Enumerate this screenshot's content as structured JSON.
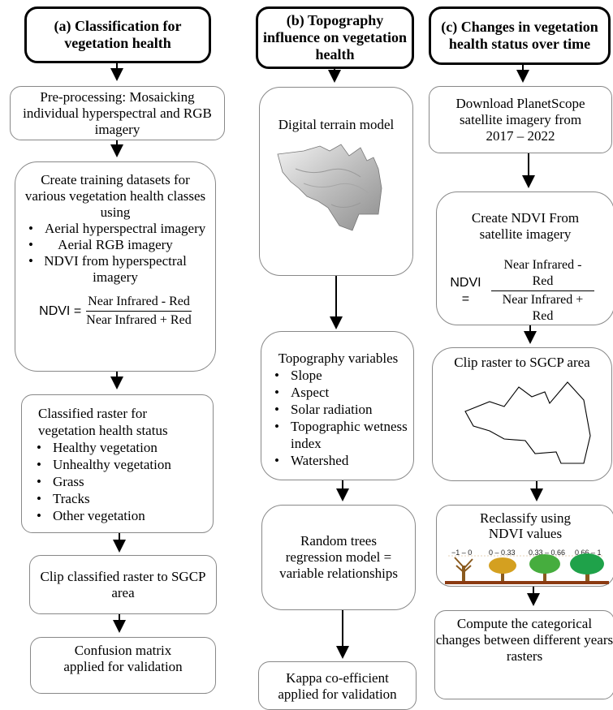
{
  "col_a": {
    "header": "(a) Classification for vegetation health",
    "preprocess": "Pre-processing: Mosaicking individual hyperspectral and RGB imagery",
    "training_intro": "Create training datasets for various vegetation health classes using",
    "training_items": [
      "Aerial hyperspectral imagery",
      "Aerial RGB imagery",
      "NDVI from hyperspectral imagery"
    ],
    "classified_title": "Classified raster for vegetation health status",
    "classified_items": [
      "Healthy vegetation",
      "Unhealthy vegetation",
      "Grass",
      "Tracks",
      "Other vegetation"
    ],
    "clip": "Clip classified raster to SGCP area",
    "confusion": "Confusion matrix applied for validation"
  },
  "col_b": {
    "header": "(b) Topography influence on vegetation health",
    "dtm": "Digital terrain model",
    "topo_title": "Topography variables",
    "topo_items": [
      "Slope",
      "Aspect",
      "Solar radiation",
      "Topographic wetness index",
      "Watershed"
    ],
    "random_trees": "Random trees regression model = variable relationships",
    "kappa": "Kappa co-efficient applied for validation"
  },
  "col_c": {
    "header": "(c) Changes in vegetation health  status over time",
    "download": "Download PlanetScope satellite  imagery from 2017 – 2022",
    "create_ndvi": "Create NDVI From satellite imagery",
    "clip": "Clip raster to SGCP area",
    "reclassify": "Reclassify using NDVI values",
    "tree_labels": [
      "−1 – 0",
      "0 – 0.33",
      "0.33 – 0.66",
      "0.66 – 1"
    ],
    "compute": "Compute the categorical changes between  different years  rasters"
  },
  "formula": {
    "lhs": "NDVI =",
    "numerator": "Near Infrared - Red",
    "denominator": "Near Infrared + Red"
  },
  "colors": {
    "tree_dead": "#8a5a1e",
    "tree_stressed": "#d4a020",
    "tree_moderate": "#46ad3e",
    "tree_healthy": "#1fa24a",
    "ground": "#8b3a12"
  }
}
